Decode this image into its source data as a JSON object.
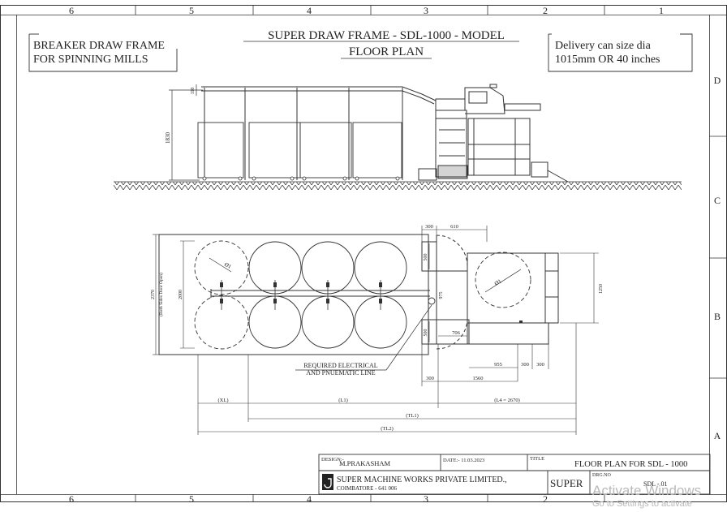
{
  "grid": {
    "columns": [
      "6",
      "5",
      "4",
      "3",
      "2",
      "1"
    ],
    "rows": [
      "D",
      "C",
      "B",
      "A"
    ]
  },
  "notes": {
    "left_line1": "BREAKER DRAW FRAME",
    "left_line2": "FOR SPINNING MILLS",
    "right_line1": "Delivery can size dia",
    "right_line2": "1015mm OR 40 inches"
  },
  "title": {
    "line1": "SUPER DRAW FRAME - SDL-1000 - MODEL",
    "line2": "FLOOR PLAN"
  },
  "elevation": {
    "dim_height": "1830",
    "dim_small": "110"
  },
  "plan": {
    "dims": {
      "d300_top": "300",
      "d610": "610",
      "d500_top": "500",
      "d975": "975",
      "d500_bottom": "500",
      "d706": "706",
      "d955": "955",
      "d300_a": "300",
      "d300_b": "300",
      "d300_bottom": "300",
      "d1560": "1560",
      "d1250": "1250",
      "d2370": "2370",
      "both_sides": "(Both Sides Door Open)",
      "d2000": "2000",
      "dia_left": "Ø1",
      "dia_right": "Ø1",
      "xl": "(XL)",
      "l1": "(L1)",
      "l4": "(L4 = 2670)",
      "tl1": "(TL1)",
      "tl2": "(TL2)"
    },
    "note_line1": "REQUIRED ELECTRICAL",
    "note_line2": "AND PNUEMATIC LINE"
  },
  "title_block": {
    "design_label": "DESIGN:-",
    "designer": "M.PRAKASHAM",
    "date": "DATE:- 11.03.2023",
    "title_label": "TITLE",
    "title": "FLOOR PLAN FOR SDL - 1000",
    "company_line1": "SUPER MACHINE WORKS PRIVATE LIMITED.,",
    "company_line2": "COIMBATORE - 641 006",
    "brand": "SUPER",
    "drg_label": "DRG.NO",
    "drg_no": "SDL - 01"
  },
  "watermark": {
    "line1": "Activate Windows",
    "line2": "Go to Settings to activate"
  }
}
